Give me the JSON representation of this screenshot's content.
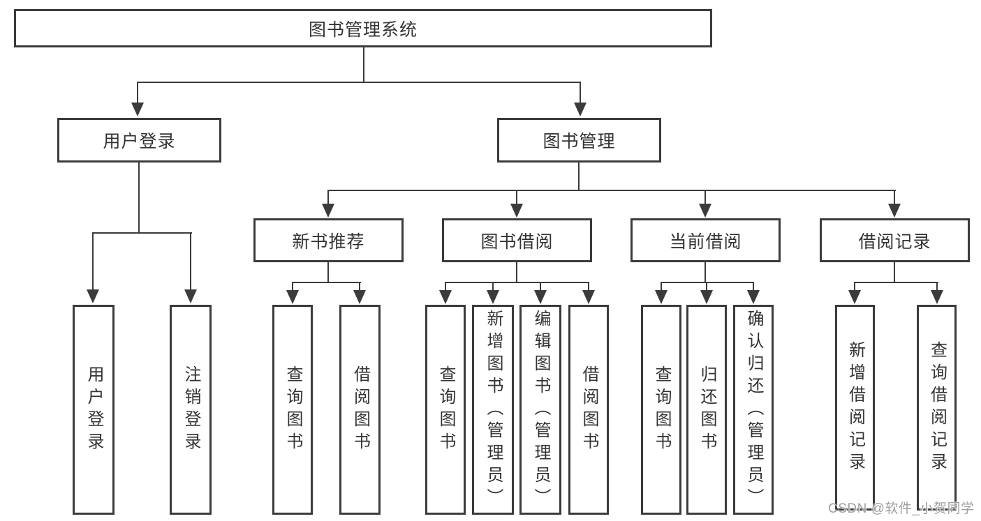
{
  "diagram": {
    "root": {
      "label": "图书管理系统"
    },
    "branches": [
      {
        "label": "用户登录",
        "children": [
          {
            "label": "用户登录"
          },
          {
            "label": "注销登录"
          }
        ]
      },
      {
        "label": "图书管理",
        "children": [
          {
            "label": "新书推荐",
            "children": [
              {
                "label": "查询图书"
              },
              {
                "label": "借阅图书"
              }
            ]
          },
          {
            "label": "图书借阅",
            "children": [
              {
                "label": "查询图书"
              },
              {
                "label": "新增图书（管理员）"
              },
              {
                "label": "编辑图书（管理员）"
              },
              {
                "label": "借阅图书"
              }
            ]
          },
          {
            "label": "当前借阅",
            "children": [
              {
                "label": "查询图书"
              },
              {
                "label": "归还图书"
              },
              {
                "label": "确认归还（管理员）"
              }
            ]
          },
          {
            "label": "借阅记录",
            "children": [
              {
                "label": "新增借阅记录"
              },
              {
                "label": "查询借阅记录"
              }
            ]
          }
        ]
      }
    ],
    "colors": {
      "line": "#3b3b3b",
      "text": "#333333",
      "watermark": "#9f9f9f"
    },
    "watermark": "CSDN @软件_小贺同学"
  }
}
